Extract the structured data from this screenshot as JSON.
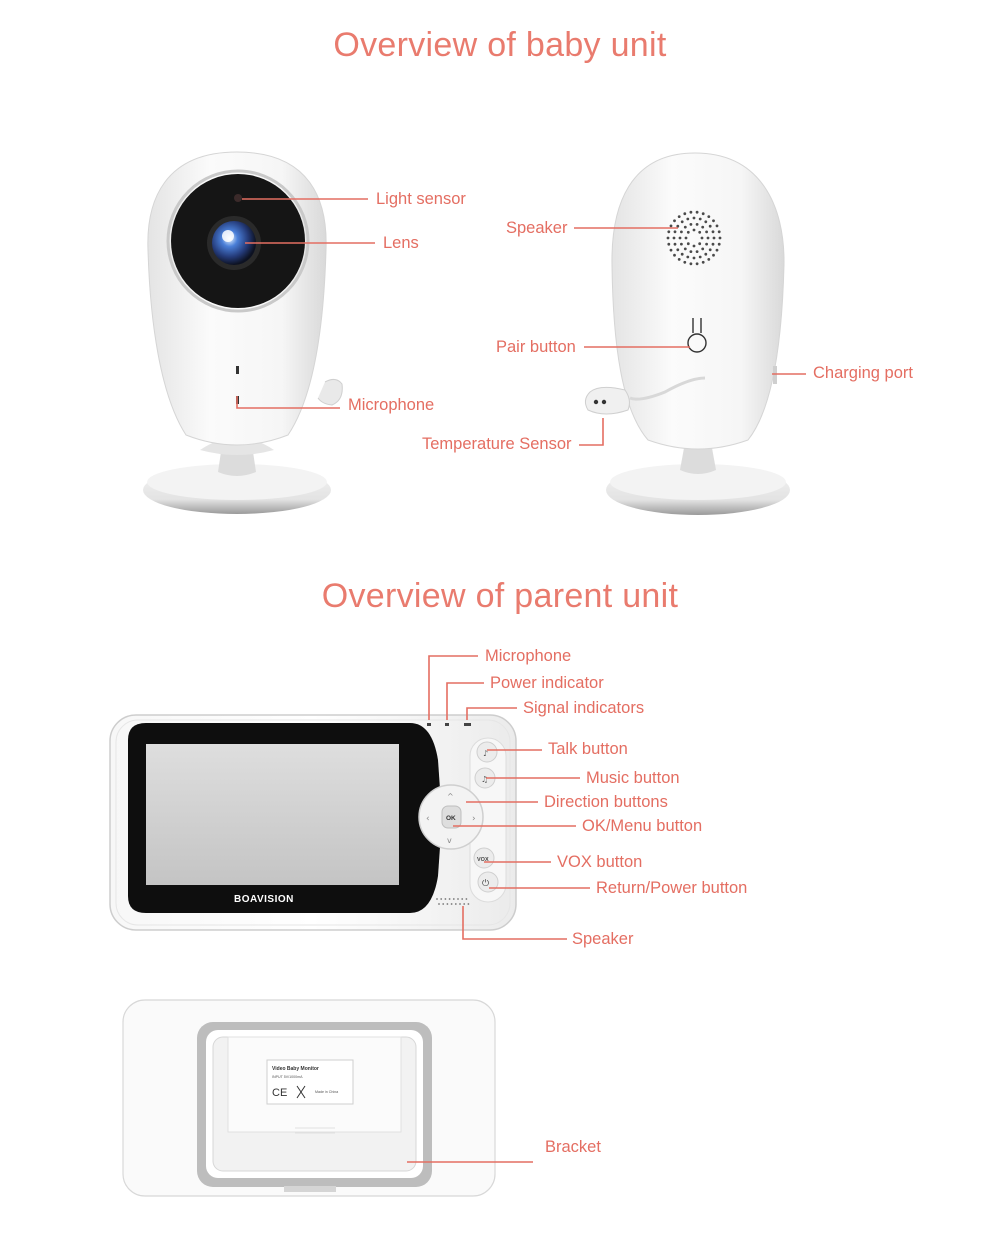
{
  "baby_unit": {
    "title": "Overview of baby unit",
    "labels": {
      "light_sensor": "Light sensor",
      "lens": "Lens",
      "microphone": "Microphone",
      "speaker": "Speaker",
      "pair_button": "Pair button",
      "charging_port": "Charging port",
      "temperature_sensor": "Temperature Sensor"
    }
  },
  "parent_unit": {
    "title": "Overview of parent unit",
    "brand": "BOAVISION",
    "ok_key": "OK",
    "vox_key": "VOX",
    "labels": {
      "microphone": "Microphone",
      "power_indicator": "Power indicator",
      "signal_indicators": "Signal indicators",
      "talk_button": "Talk button",
      "music_button": "Music button",
      "direction_buttons": "Direction buttons",
      "ok_menu_button": "OK/Menu button",
      "vox_button": "VOX button",
      "return_power_button": "Return/Power button",
      "speaker": "Speaker",
      "bracket": "Bracket"
    },
    "back_label": {
      "line1": "Video Baby Monitor",
      "line2": "INPUT 5V/1000mA",
      "marks": "CE",
      "origin": "Made in China"
    }
  },
  "colors": {
    "accent": "#e46e62",
    "title": "#e97b6e"
  }
}
